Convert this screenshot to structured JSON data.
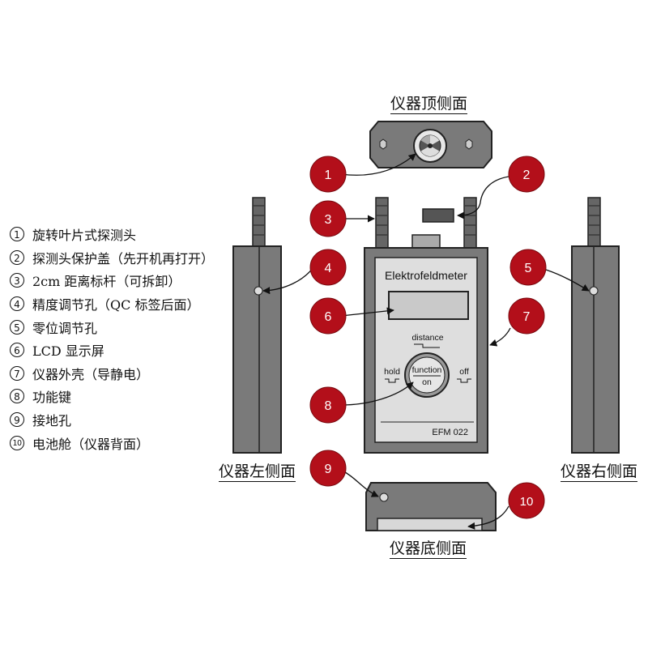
{
  "views": {
    "top": "仪器顶侧面",
    "left": "仪器左侧面",
    "right": "仪器右侧面",
    "bottom": "仪器底侧面"
  },
  "device": {
    "brand": "Elektrofeldmeter",
    "model": "EFM 022",
    "label_distance": "distance",
    "label_hold": "hold",
    "label_function": "function",
    "label_on": "on",
    "label_off": "off"
  },
  "callouts": [
    "1",
    "2",
    "3",
    "4",
    "5",
    "6",
    "7",
    "8",
    "9",
    "10"
  ],
  "legend": [
    {
      "num": "1",
      "text": "旋转叶片式探测头"
    },
    {
      "num": "2",
      "text": "探测头保护盖（先开机再打开）"
    },
    {
      "num": "3",
      "text": "2cm 距离标杆（可拆卸）"
    },
    {
      "num": "4",
      "text": "精度调节孔（QC 标签后面）"
    },
    {
      "num": "5",
      "text": "零位调节孔"
    },
    {
      "num": "6",
      "text": "LCD 显示屏"
    },
    {
      "num": "7",
      "text": "仪器外壳（导静电）"
    },
    {
      "num": "8",
      "text": "功能键"
    },
    {
      "num": "9",
      "text": "接地孔"
    },
    {
      "num": "10",
      "text": "电池舱（仪器背面）"
    }
  ],
  "colors": {
    "callout_fill": "#b30f1a",
    "body_fill": "#777777",
    "panel_fill": "#dcdcdc",
    "outline": "#222222"
  }
}
